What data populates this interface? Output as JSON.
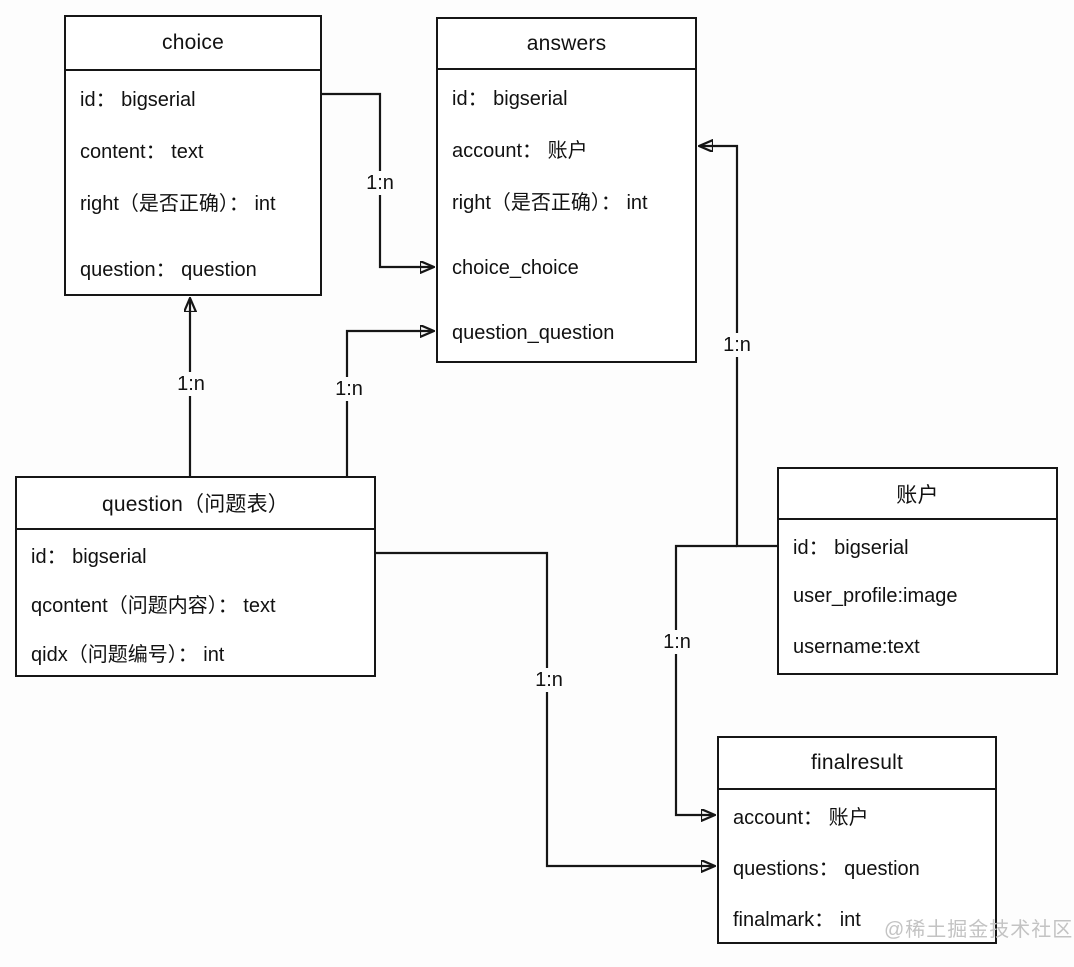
{
  "diagram_type": "entity-relationship",
  "watermark": "@稀土掘金技术社区",
  "entities": {
    "choice": {
      "title": "choice",
      "fields": [
        "id： bigserial",
        "content： text",
        "right（是否正确）： int",
        "question： question"
      ]
    },
    "answers": {
      "title": "answers",
      "fields": [
        "id： bigserial",
        "account： 账户",
        "right（是否正确）： int",
        "choice_choice",
        "question_question"
      ]
    },
    "question": {
      "title": "question（问题表）",
      "fields": [
        "id： bigserial",
        "qcontent（问题内容）： text",
        "qidx（问题编号）： int"
      ]
    },
    "account": {
      "title": "账户",
      "fields": [
        "id： bigserial",
        "user_profile:image",
        "username:text"
      ]
    },
    "finalresult": {
      "title": "finalresult",
      "fields": [
        "account： 账户",
        "questions： question",
        "finalmark： int"
      ]
    }
  },
  "relations": [
    {
      "from": "choice",
      "to": "answers.choice_choice",
      "label": "1:n"
    },
    {
      "from": "question",
      "to": "choice",
      "label": "1:n"
    },
    {
      "from": "question",
      "to": "answers.question_question",
      "label": "1:n"
    },
    {
      "from": "account",
      "to": "answers.account",
      "label": "1:n"
    },
    {
      "from": "account",
      "to": "finalresult.account",
      "label": "1:n"
    },
    {
      "from": "question",
      "to": "finalresult.questions",
      "label": "1:n"
    }
  ]
}
